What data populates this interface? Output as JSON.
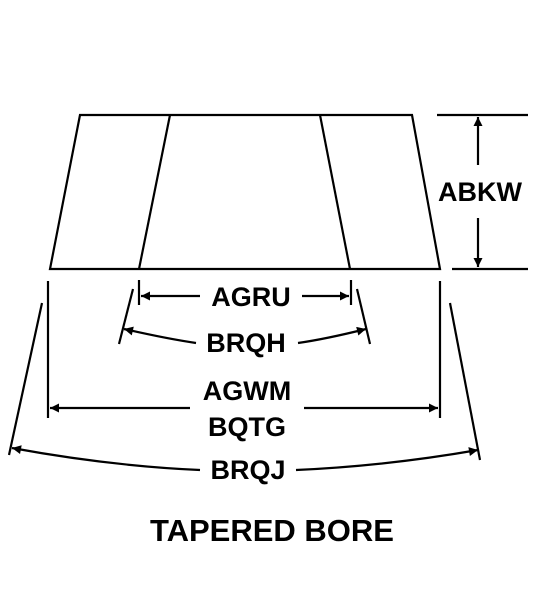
{
  "drawing": {
    "caption": "TAPERED BORE",
    "labels": {
      "height": "ABKW",
      "small_bore_diameter": "AGRU",
      "small_bore_arc": "BRQH",
      "outer_diameter_1": "AGWM",
      "outer_diameter_2": "BQTG",
      "outer_arc": "BRQJ"
    },
    "colors": {
      "line": "#000000",
      "background": "#ffffff"
    }
  }
}
